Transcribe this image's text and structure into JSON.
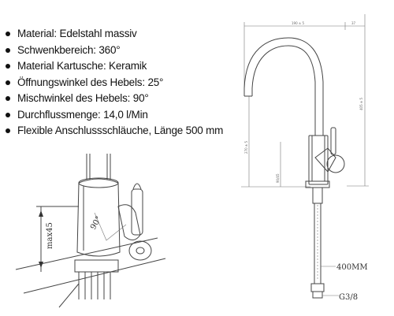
{
  "specs": [
    "Material: Edelstahl massiv",
    "Schwenkbereich: 360°",
    "Material Kartusche: Keramik",
    "Öffnungswinkel des Hebels: 25°",
    "Mischwinkel des Hebels: 90°",
    "Durchflussmenge: 14,0 l/Min",
    "Flexible Anschlussschläuche, Länge 500 mm"
  ],
  "detail_drawing": {
    "height_label": "max45",
    "angle_label": "90°"
  },
  "tech_drawing": {
    "dim_width": "190 ± 5",
    "dim_spout": "37",
    "dim_total_height": "405 ± 5",
    "dim_spout_height": "270 ± 5",
    "dim_body": "90/45",
    "hose_label": "400MM",
    "thread_label": "G3/8"
  }
}
